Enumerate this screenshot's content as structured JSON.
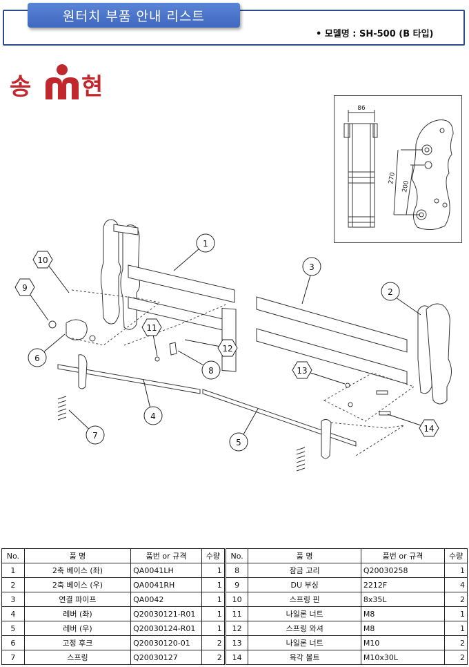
{
  "header": {
    "title": "원터치 부품 안내 리스트",
    "model": "• 모델명 : SH-500 (B 타입)"
  },
  "logo": {
    "left_char": "송",
    "right_char": "현",
    "colors": {
      "red": "#c0282d"
    }
  },
  "detail": {
    "dim_width": "86",
    "dim_270": "270",
    "dim_200": "200"
  },
  "callouts": [
    "1",
    "2",
    "3",
    "4",
    "5",
    "6",
    "7",
    "8",
    "9",
    "10",
    "11",
    "12",
    "13",
    "14"
  ],
  "table": {
    "headers": {
      "no": "No.",
      "name": "품    명",
      "code": "품번 or 규격",
      "qty": "수량"
    },
    "left": [
      {
        "no": "1",
        "name": "2축 베이스 (좌)",
        "code": "QA0041LH",
        "qty": "1"
      },
      {
        "no": "2",
        "name": "2축 베이스 (우)",
        "code": "QA0041RH",
        "qty": "1"
      },
      {
        "no": "3",
        "name": "연결 파이프",
        "code": "QA0042",
        "qty": "1"
      },
      {
        "no": "4",
        "name": "레버 (좌)",
        "code": "Q20030121-R01",
        "qty": "1"
      },
      {
        "no": "5",
        "name": "레버 (우)",
        "code": "Q20030124-R01",
        "qty": "1"
      },
      {
        "no": "6",
        "name": "고정 후크",
        "code": "Q20030120-01",
        "qty": "2"
      },
      {
        "no": "7",
        "name": "스프링",
        "code": "Q20030127",
        "qty": "2"
      }
    ],
    "right": [
      {
        "no": "8",
        "name": "잠금 고리",
        "code": "Q20030258",
        "qty": "1"
      },
      {
        "no": "9",
        "name": "DU 부싱",
        "code": "2212F",
        "qty": "4"
      },
      {
        "no": "10",
        "name": "스프링 핀",
        "code": "8x35L",
        "qty": "2"
      },
      {
        "no": "11",
        "name": "나일론 너트",
        "code": "M8",
        "qty": "1"
      },
      {
        "no": "12",
        "name": "스프링 와셔",
        "code": "M8",
        "qty": "1"
      },
      {
        "no": "13",
        "name": "나일론 너트",
        "code": "M10",
        "qty": "2"
      },
      {
        "no": "14",
        "name": "육각 볼트",
        "code": "M10x30L",
        "qty": "2"
      }
    ]
  }
}
